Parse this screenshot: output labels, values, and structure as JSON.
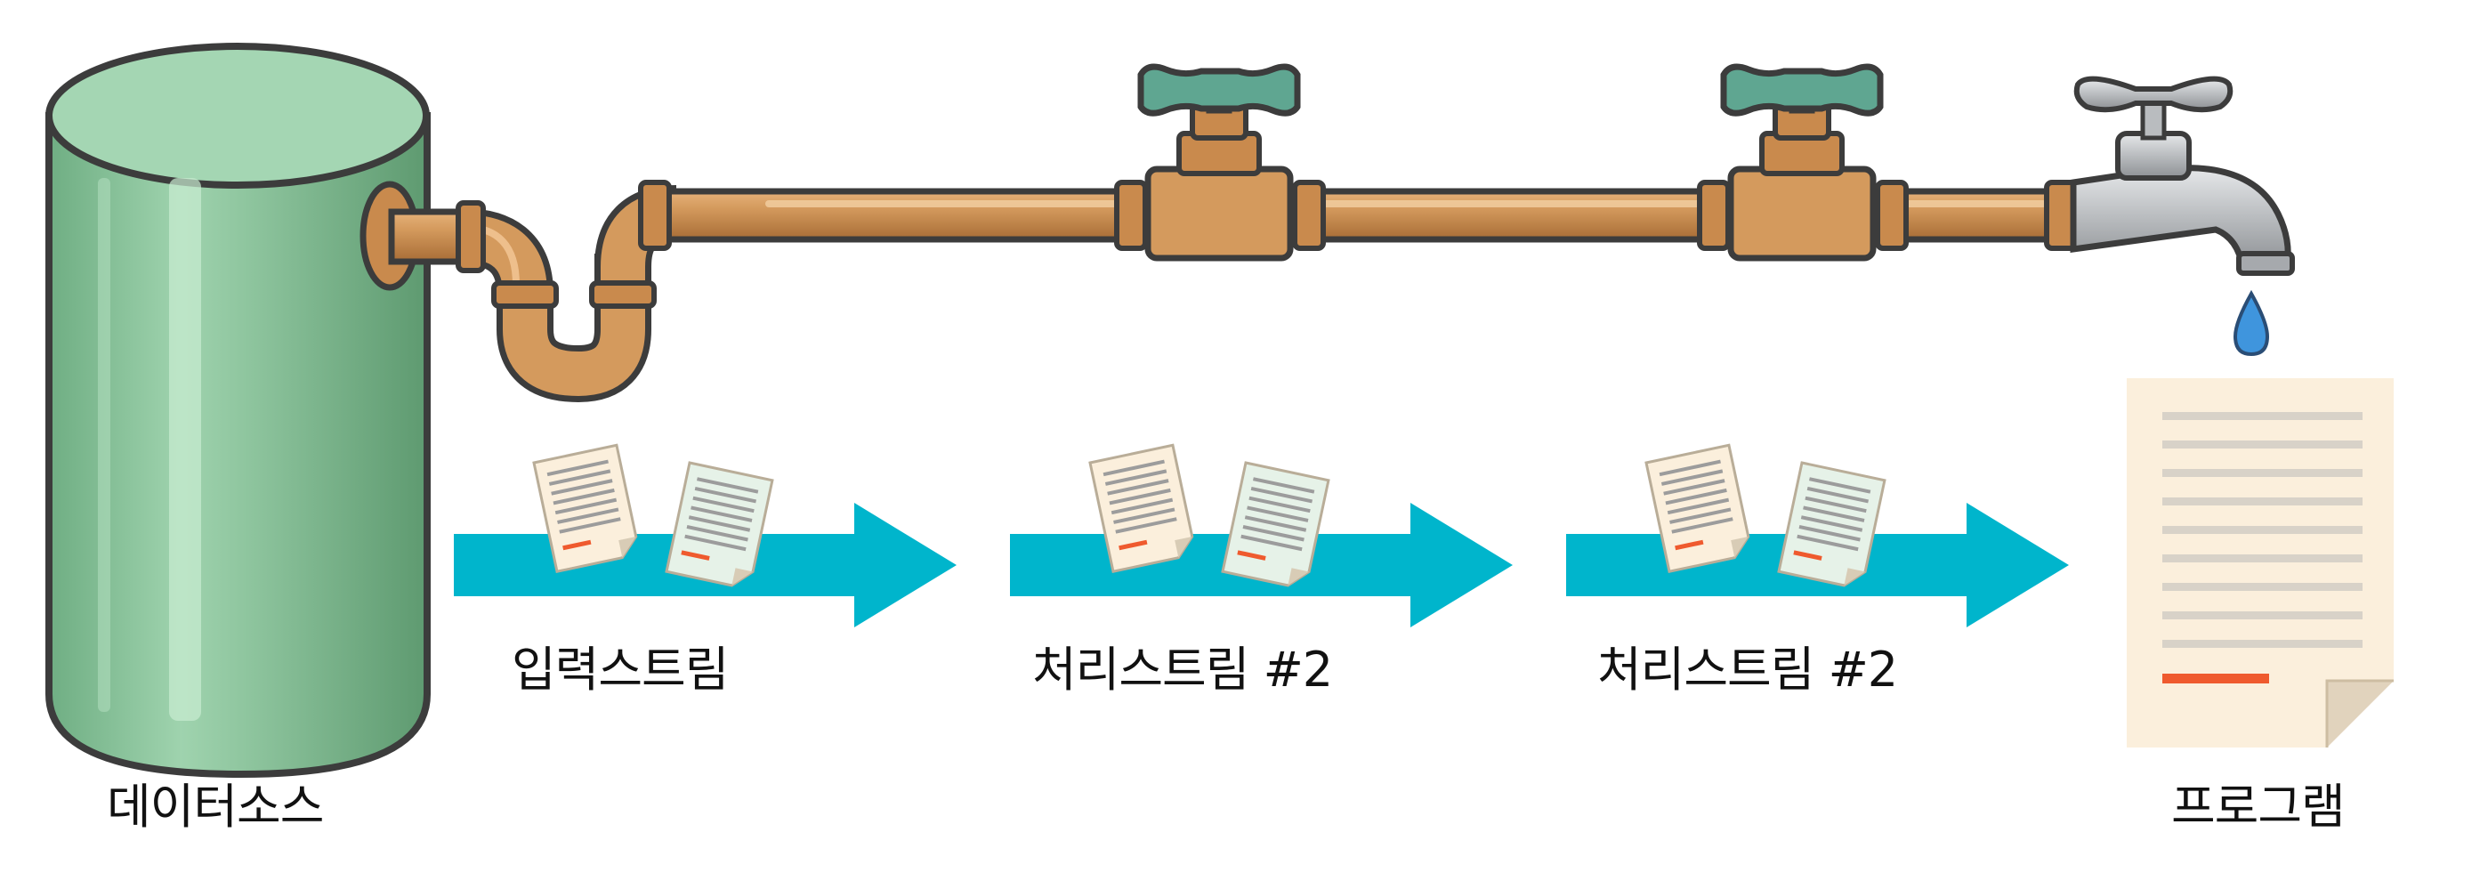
{
  "labels": {
    "data_source": "데이터소스",
    "input_stream": "입력스트림",
    "process_stream_1": "처리스트림 #2",
    "process_stream_2": "처리스트림 #2",
    "program": "프로그램"
  },
  "colors": {
    "tank_green": "#8cc39c",
    "pipe_copper": "#d49a5d",
    "valve_green": "#5fa691",
    "faucet_silver": "#b9bcbf",
    "arrow_cyan": "#00b5cc",
    "doc_cream": "#fbefdc",
    "highlight_orange": "#ef5a2e",
    "water_blue": "#3f95dd"
  },
  "icons": [
    "tank-icon",
    "pipe-icon",
    "valve-icon",
    "faucet-icon",
    "water-drop-icon",
    "document-icon",
    "arrow-icon"
  ]
}
